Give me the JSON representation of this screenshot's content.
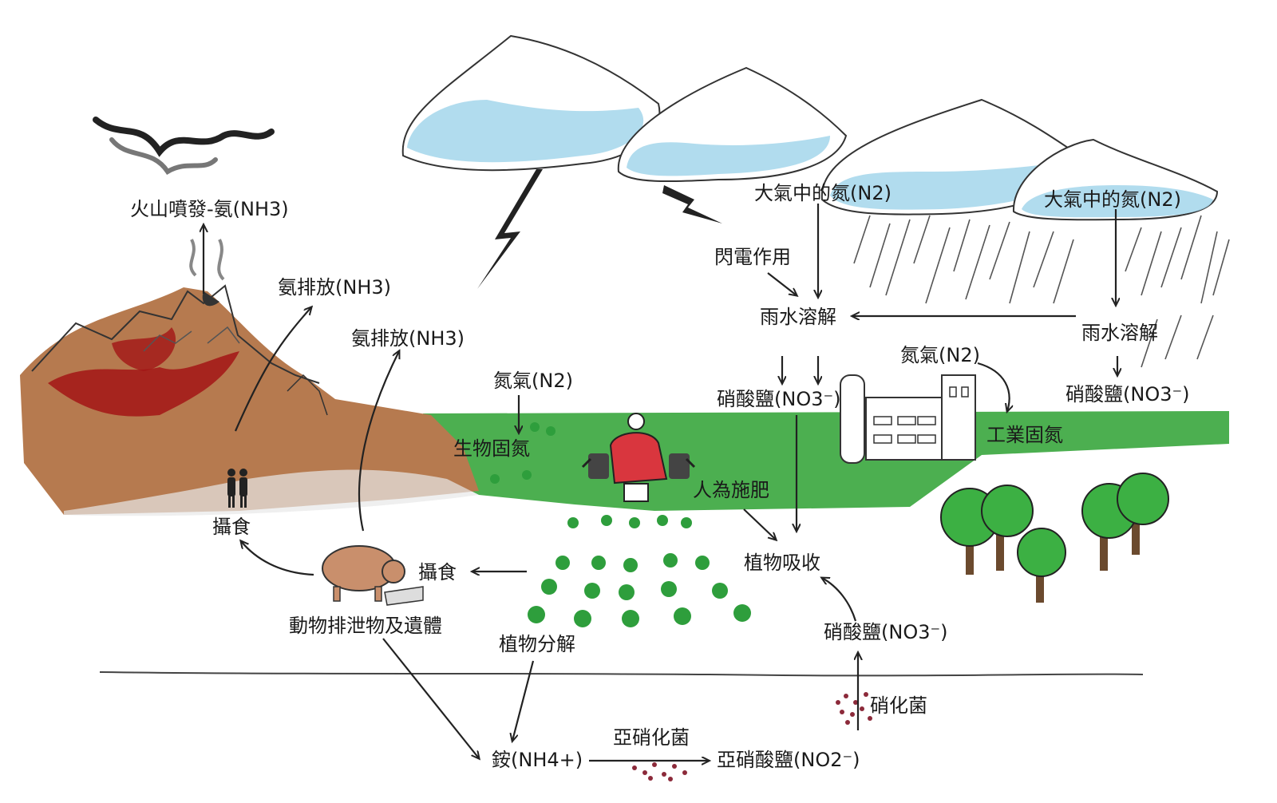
{
  "labels": {
    "volcano_ammonia": "火山噴發-氨(NH3)",
    "ammonia_emission_1": "氨排放(NH3)",
    "ammonia_emission_2": "氨排放(NH3)",
    "nitrogen_gas_1": "氮氣(N2)",
    "bio_fixation": "生物固氮",
    "atm_nitrogen_1": "大氣中的氮(N2)",
    "atm_nitrogen_2": "大氣中的氮(N2)",
    "lightning": "閃電作用",
    "rain_dissolve_1": "雨水溶解",
    "rain_dissolve_2": "雨水溶解",
    "nitrate_1": "硝酸鹽(NO3⁻)",
    "nitrate_2": "硝酸鹽(NO3⁻)",
    "nitrate_3": "硝酸鹽(NO3⁻)",
    "nitrogen_gas_2": "氮氣(N2)",
    "industrial_fixation": "工業固氮",
    "fertilizer": "人為施肥",
    "plant_uptake": "植物吸收",
    "ingest_1": "攝食",
    "ingest_2": "攝食",
    "animal_waste": "動物排泄物及遺體",
    "plant_decompose": "植物分解",
    "ammonium": "銨(NH4+)",
    "nitrite_bacteria": "亞硝化菌",
    "nitrite": "亞硝酸鹽(NO2⁻)",
    "nitrify_bacteria": "硝化菌"
  },
  "colors": {
    "cloud_blue": "#a8d8ec",
    "ground_green": "#4caf50",
    "mountain_brown": "#b67a4f",
    "lava_red": "#a31515",
    "pig": "#c98f6c",
    "tractor_red": "#d9363e",
    "bacteria": "#8c2a3a"
  }
}
